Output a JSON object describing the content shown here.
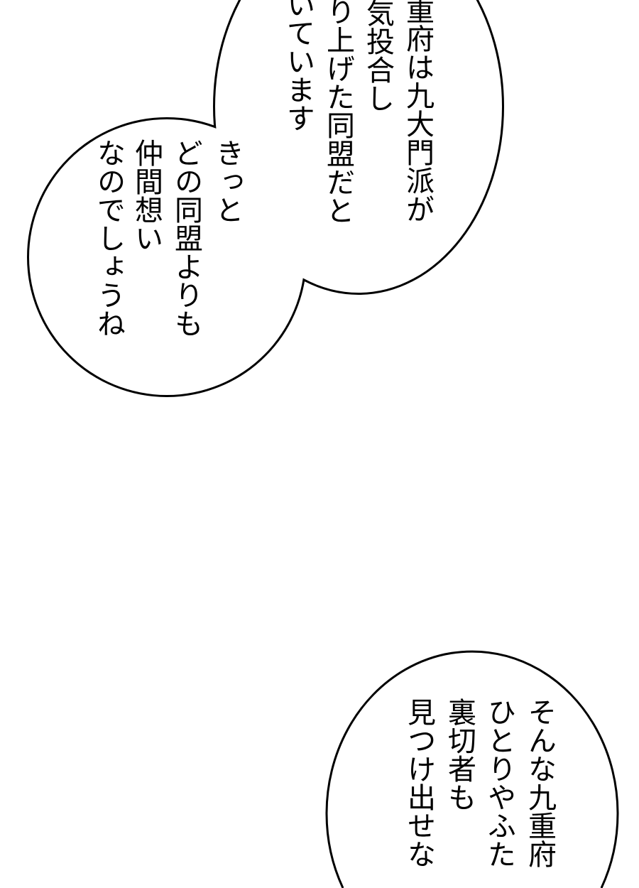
{
  "bubbles": [
    {
      "lines": [
        "重府は九大門派が",
        "気投合し",
        "り上げた同盟だと",
        "いています"
      ]
    },
    {
      "lines": [
        "きっと",
        "どの同盟よりも",
        "仲間想い",
        "なのでしょうね"
      ]
    },
    {
      "lines": [
        "そんな九重府",
        "ひとりやふた",
        "裏切者も",
        "見つけ出せな"
      ]
    }
  ],
  "colors": {
    "background": "#ffffff",
    "ink": "#000000"
  }
}
